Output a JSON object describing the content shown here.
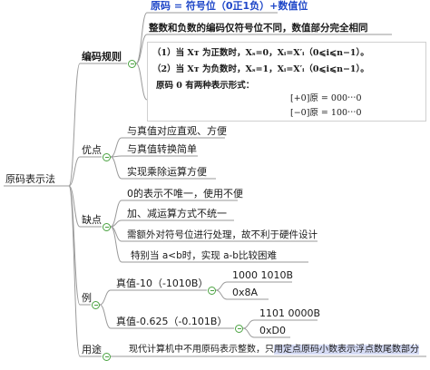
{
  "root": "原码表示法",
  "rules": {
    "label": "编码规则",
    "definition": "原码 = 符号位（0正1负）+数值位",
    "summary": "整数和负数的编码仅符号位不同，数值部分完全相同",
    "line1": "（1）当 Xᴛ 为正数时，Xₛ=0，Xᵢ=X′ᵢ（0⩽i⩽n−1）。",
    "line2": "（2）当 Xᴛ 为负数时，Xₛ=1，Xᵢ=X′ᵢ（0⩽i⩽n−1）。",
    "line3": "原码 0 有两种表示形式：",
    "zero_pos": "[+0]原 = 000⋯0",
    "zero_neg": "[−0]原 = 100⋯0"
  },
  "pros": {
    "label": "优点",
    "items": [
      "与真值对应直观、方便",
      "与真值转换简单",
      "实现乘除运算方便"
    ]
  },
  "cons": {
    "label": "缺点",
    "items": [
      "0的表示不唯一，使用不便",
      "加、减运算方式不统一",
      "需额外对符号位进行处理，故不利于硬件设计",
      "特别当 a<b时，实现 a-b比较困难"
    ]
  },
  "examples": {
    "label": "例",
    "ex1": {
      "label": "真值-10（-1010B）",
      "bin": "1000 1010B",
      "hex": "0x8A"
    },
    "ex2": {
      "label": "真值-0.625（-0.101B）",
      "bin": "1101 0000B",
      "hex": "0xD0"
    }
  },
  "usage": {
    "label": "用途",
    "text_plain": "现代计算机中不用原码表示整数，只",
    "text_highlight": "用定点原码小数表示浮点数尾数部分"
  },
  "colors": {
    "line": "#9a9a9a",
    "toggle": "#4aa240",
    "blue": "#1f47c8"
  }
}
